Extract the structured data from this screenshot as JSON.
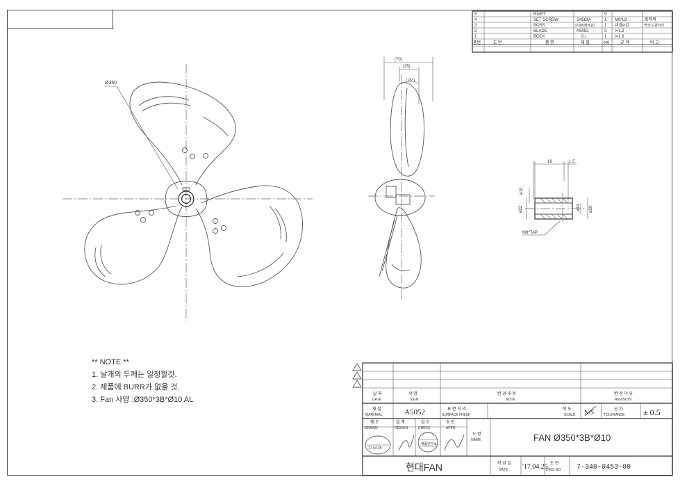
{
  "bom": {
    "header": [
      "품번",
      "도 번",
      "품 명",
      "재 질",
      "수량",
      "규 격",
      "비 고"
    ],
    "rows": [
      {
        "no": "5",
        "name": "RIVET",
        "material": "",
        "qty": "9",
        "spec": "",
        "remark": ""
      },
      {
        "no": "4",
        "name": "SET SCREW",
        "material": "S45CM",
        "qty": "1",
        "spec": "M8*L8",
        "remark": "흑착색"
      },
      {
        "no": "3",
        "name": "BOSS",
        "material": "SUM(쾌삭강)",
        "qty": "1",
        "spec": "내경ø12",
        "remark": "백색 도금처리"
      },
      {
        "no": "2",
        "name": "BLADE",
        "material": "A5052",
        "qty": "3",
        "spec": "t=1.2",
        "remark": ""
      },
      {
        "no": "1",
        "name": "BODY",
        "material": "G.I",
        "qty": "1",
        "spec": "t=1.6",
        "remark": ""
      }
    ]
  },
  "front_view": {
    "diameter_label": "Ø350"
  },
  "side_view": {
    "dims": [
      "(70)",
      "(35)",
      "(18°)"
    ]
  },
  "boss_detail": {
    "dims": [
      "19",
      "1.5",
      "ø10",
      "ø22",
      "ø14",
      "ø20",
      "M8*TAP"
    ]
  },
  "notes": {
    "title": "** NOTE **",
    "items": [
      "1. 날개의 두께는 일정할것.",
      "2. 제품에 BURR가 없을 것.",
      "3. Fan 사양 :Ø350*3B*Ø10 AL"
    ]
  },
  "title_block": {
    "date_kr": "날 짜",
    "date_en": "DATE",
    "sign_kr": "서 명",
    "sign_en": "SIGN",
    "change_kr": "변 경 내 용",
    "change_en": "NOTE",
    "reason_kr": "변 경 이 유",
    "reason_en": "REVISION",
    "material_kr": "재 질",
    "material_en": "MATERIAL",
    "material_value": "A5052",
    "finish_kr": "표 면 처 리",
    "finish_en": "SURFACE FINISH",
    "scale_kr": "척 도",
    "scale_en": "SCALE",
    "scale_value": "N/S",
    "tolerance_kr": "공 차",
    "tolerance_en": "TOLERANCE",
    "tolerance_value": "± 0.5",
    "drawn_kr": "제 도",
    "drawn_en": "DRAWN",
    "design_kr": "설 계",
    "design_en": "DESIGN",
    "check_kr": "검 도",
    "check_en": "CHECK",
    "appr_kr": "승 인",
    "appr_en": "APPR.",
    "name_kr": "도 명",
    "name_en": "NAME",
    "drawing_name": "FAN Ø350*3B*Ø10",
    "company": "현대FAN",
    "made_date_kr": "작 성 일",
    "made_date_en": "DATE",
    "made_date_value": "'17.04.25",
    "dwg_no_kr": "도 번",
    "dwg_no_en": "DWG NO.",
    "dwg_no_value": "7-340-0453-00",
    "stamp_date": "17.04.25",
    "stamp_text": "제품연구소"
  }
}
